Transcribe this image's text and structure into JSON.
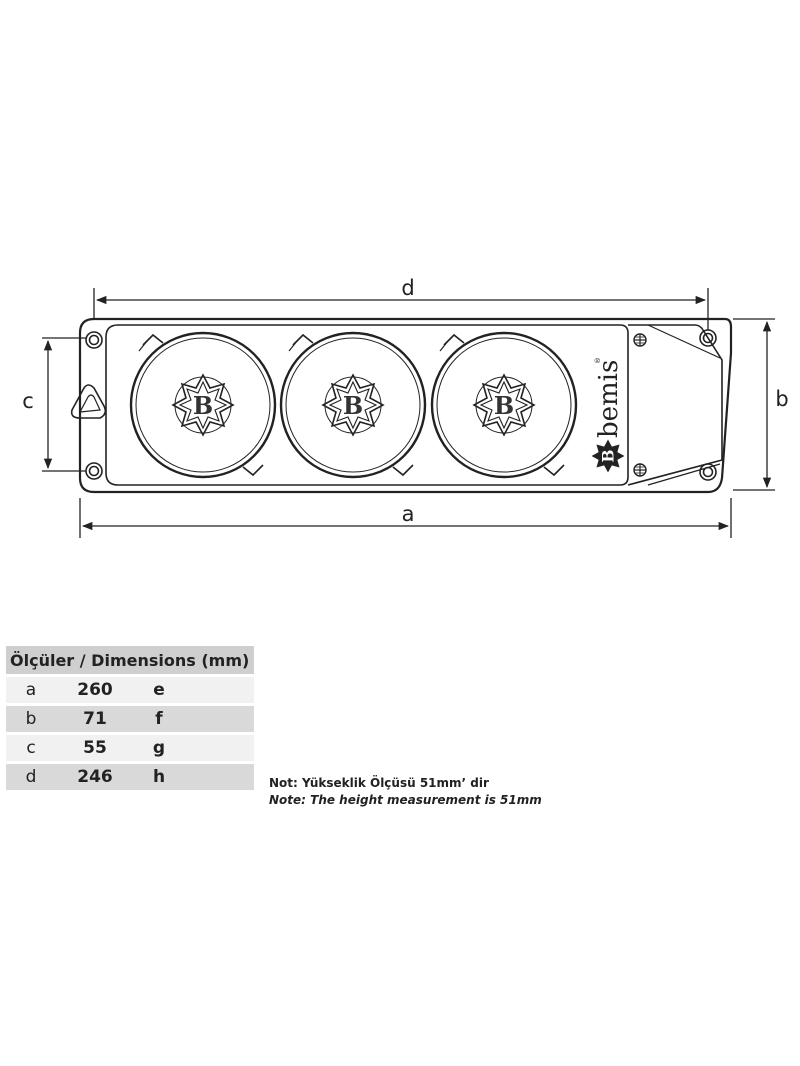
{
  "brand": {
    "name": "bemis",
    "reg": "®",
    "emblem_letter": "B"
  },
  "dimensions_labels": {
    "a": "a",
    "b": "b",
    "c": "c",
    "d": "d"
  },
  "sockets": [
    {
      "emblem_letter": "B"
    },
    {
      "emblem_letter": "B"
    },
    {
      "emblem_letter": "B"
    }
  ],
  "table": {
    "title": "Ölçüler / Dimensions (mm)",
    "rows": [
      {
        "key": "a",
        "value": "260",
        "key2": "e",
        "value2": ""
      },
      {
        "key": "b",
        "value": "71",
        "key2": "f",
        "value2": ""
      },
      {
        "key": "c",
        "value": "55",
        "key2": "g",
        "value2": ""
      },
      {
        "key": "d",
        "value": "246",
        "key2": "h",
        "value2": ""
      }
    ]
  },
  "note": {
    "tr": "Not:  Yükseklik Ölçüsü 51mm’ dir",
    "en": "Note: The height measurement is 51mm"
  },
  "colors": {
    "line": "#222222",
    "header_bg": "#cfcfcf",
    "row_light": "#f1f1f1",
    "row_dark": "#d9d9d9"
  }
}
